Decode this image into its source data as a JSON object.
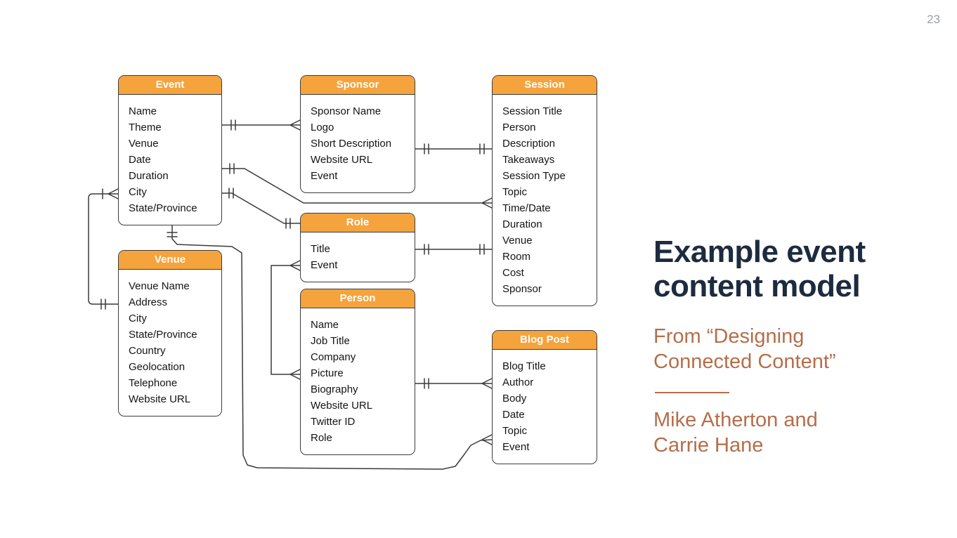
{
  "page_number": "23",
  "panel": {
    "title": "Example event\ncontent model",
    "subtitle": "From “Designing\nConnected Content”",
    "authors": "Mike Atherton and\nCarrie Hane",
    "accent_color": "#B56E4A",
    "title_color": "#1D2B3F"
  },
  "diagram": {
    "header_color": "#F5A33C",
    "entities": [
      {
        "id": "event",
        "title": "Event",
        "attributes": [
          "Name",
          "Theme",
          "Venue",
          "Date",
          "Duration",
          "City",
          "State/Province"
        ]
      },
      {
        "id": "sponsor",
        "title": "Sponsor",
        "attributes": [
          "Sponsor Name",
          "Logo",
          "Short Description",
          "Website URL",
          "Event"
        ]
      },
      {
        "id": "session",
        "title": "Session",
        "attributes": [
          "Session Title",
          "Person",
          "Description",
          "Takeaways",
          "Session Type",
          "Topic",
          "Time/Date",
          "Duration",
          "Venue",
          "Room",
          "Cost",
          "Sponsor"
        ]
      },
      {
        "id": "venue",
        "title": "Venue",
        "attributes": [
          "Venue Name",
          "Address",
          "City",
          "State/Province",
          "Country",
          "Geolocation",
          "Telephone",
          "Website URL"
        ]
      },
      {
        "id": "role",
        "title": "Role",
        "attributes": [
          "Title",
          "Event"
        ]
      },
      {
        "id": "person",
        "title": "Person",
        "attributes": [
          "Name",
          "Job Title",
          "Company",
          "Picture",
          "Biography",
          "Website URL",
          "Twitter ID",
          "Role"
        ]
      },
      {
        "id": "blog-post",
        "title": "Blog Post",
        "attributes": [
          "Blog Title",
          "Author",
          "Body",
          "Date",
          "Topic",
          "Event"
        ]
      }
    ],
    "relationships": [
      {
        "from": "event",
        "to": "sponsor",
        "from_card": "one",
        "to_card": "many"
      },
      {
        "from": "sponsor",
        "to": "session",
        "from_card": "one",
        "to_card": "one"
      },
      {
        "from": "event",
        "to": "session",
        "from_card": "one",
        "to_card": "many"
      },
      {
        "from": "event",
        "to": "role",
        "from_card": "one",
        "to_card": "one"
      },
      {
        "from": "role",
        "to": "session",
        "from_card": "one",
        "to_card": "one"
      },
      {
        "from": "person",
        "to": "blog-post",
        "from_card": "one",
        "to_card": "many"
      },
      {
        "from": "venue",
        "to": "event",
        "from_card": "one",
        "to_card": "many"
      },
      {
        "from": "role",
        "to": "person",
        "from_card": "many",
        "to_card": "many"
      },
      {
        "from": "event",
        "to": "blog-post",
        "from_card": "one",
        "to_card": "many"
      }
    ]
  }
}
